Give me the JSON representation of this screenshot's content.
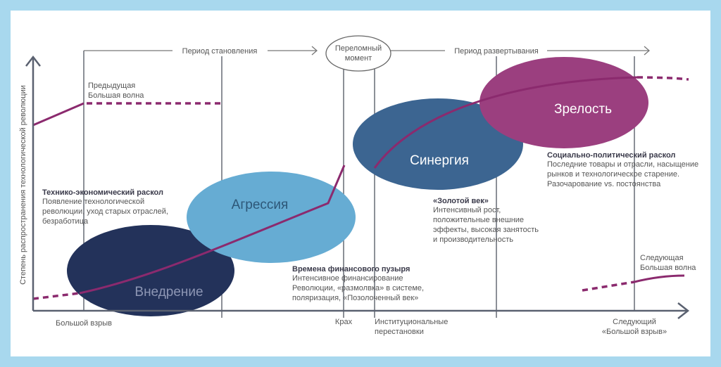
{
  "axis": {
    "ylabel": "Степень распространения технологической революции"
  },
  "periods": {
    "installation": "Период становления",
    "deployment": "Период развертывания",
    "turning_point": [
      "Переломный",
      "момент"
    ]
  },
  "phases": {
    "irruption": "Внедрение",
    "frenzy": "Агрессия",
    "synergy": "Синергия",
    "maturity": "Зрелость"
  },
  "events": {
    "big_bang": "Большой взрыв",
    "crash": "Крах",
    "institutional": [
      "Институциональные",
      "перестановки"
    ],
    "next_big_bang": [
      "Следующий",
      "«Большой взрыв»"
    ]
  },
  "annotations": {
    "previous_wave": [
      "Предыдущая",
      "Большая волна"
    ],
    "next_wave": [
      "Следующая",
      "Большая волна"
    ],
    "tech_econ": {
      "title": "Технико-экономический раскол",
      "lines": [
        "Появление технологической",
        "революции, уход старых отраслей,",
        "безработица"
      ]
    },
    "bubble": {
      "title": "Времена финансового пузыря",
      "lines": [
        "Интенсивное финансирование",
        "Революции, «размолвка» в системе,",
        "поляризация, «Позолоченный век»"
      ]
    },
    "golden_age": {
      "title": "«Золотой век»",
      "lines": [
        "Интенсивный рост,",
        "положительные внешние",
        "эффекты, высокая занятость",
        "и производительность"
      ]
    },
    "socio_political": {
      "title": "Социально-политический раскол",
      "lines": [
        "Последние товары и отрасли, насыщение",
        "рынков и технологическое старение.",
        "Разочарование vs. постоянства"
      ]
    }
  },
  "colors": {
    "irruption": "#23325a",
    "frenzy": "#66acd3",
    "synergy": "#3c6591",
    "maturity": "#9b3f7f",
    "curve": "#8b2a6e"
  }
}
